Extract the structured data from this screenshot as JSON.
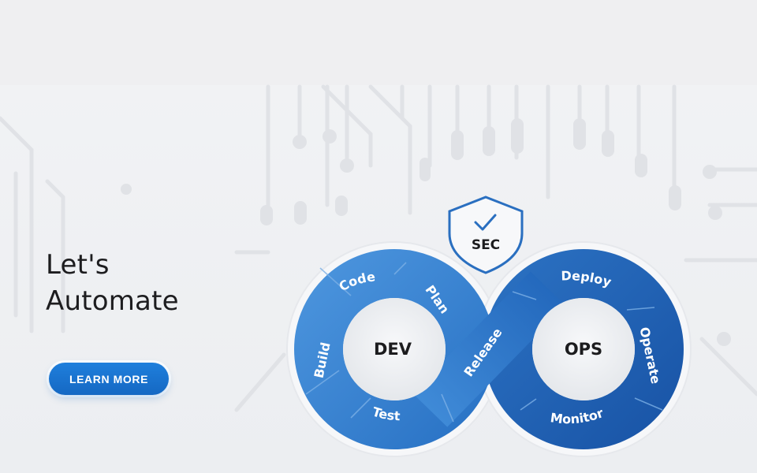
{
  "hero": {
    "headline_line1": "Let's",
    "headline_line2": "Automate",
    "cta_label": "LEARN MORE"
  },
  "diagram": {
    "shield_label": "SEC",
    "left_loop_label": "DEV",
    "right_loop_label": "OPS",
    "stages": {
      "code": "Code",
      "plan": "Plan",
      "build": "Build",
      "test": "Test",
      "release": "Release",
      "deploy": "Deploy",
      "operate": "Operate",
      "monitor": "Monitor"
    }
  },
  "colors": {
    "accent": "#1568c3",
    "loop_light": "#3a86d3",
    "loop_dark": "#1c5cae",
    "background": "#eceef1"
  },
  "icons": {
    "shield": "shield-check-icon"
  }
}
